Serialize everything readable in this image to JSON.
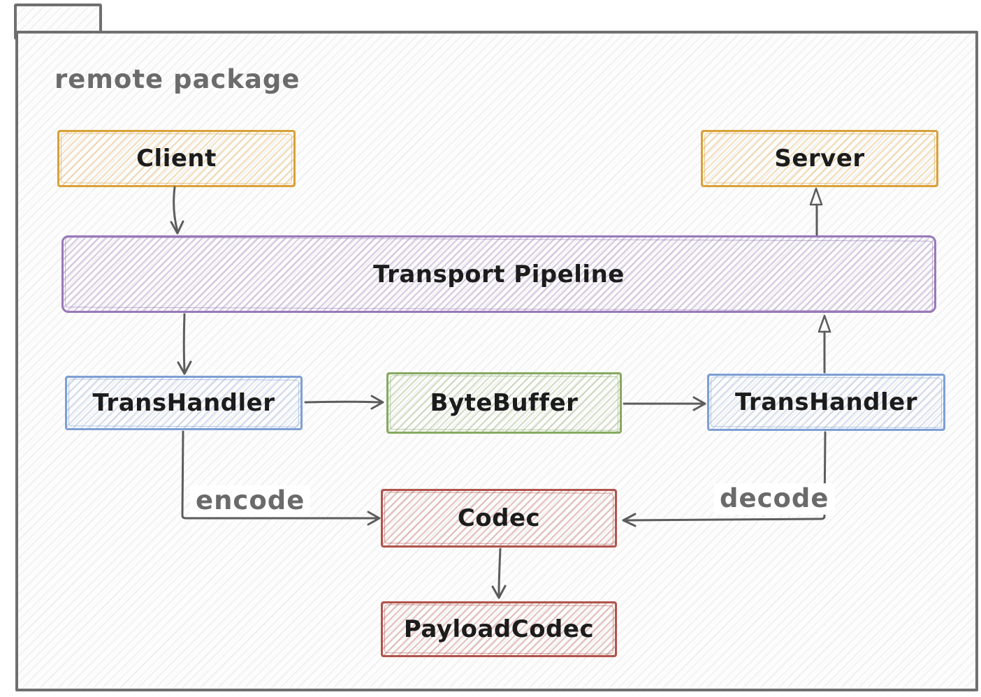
{
  "package": {
    "title": "remote package"
  },
  "nodes": {
    "client": {
      "label": "Client",
      "color": "#d9a13b"
    },
    "server": {
      "label": "Server",
      "color": "#d9a13b"
    },
    "pipeline": {
      "label": "Transport Pipeline",
      "color": "#9879b8"
    },
    "transhandler_left": {
      "label": "TransHandler",
      "color": "#7e9fd4"
    },
    "bytebuffer": {
      "label": "ByteBuffer",
      "color": "#86a961"
    },
    "transhandler_right": {
      "label": "TransHandler",
      "color": "#7e9fd4"
    },
    "codec": {
      "label": "Codec",
      "color": "#b0544c"
    },
    "payloadcodec": {
      "label": "PayloadCodec",
      "color": "#b0544c"
    }
  },
  "edge_labels": {
    "encode": "encode",
    "decode": "decode"
  },
  "connections": [
    {
      "from": "Client",
      "to": "Transport Pipeline",
      "arrowhead": "line-v"
    },
    {
      "from": "Transport Pipeline",
      "to": "Server",
      "arrowhead": "open-triangle"
    },
    {
      "from": "Transport Pipeline",
      "to": "TransHandler (left)",
      "arrowhead": "line-v"
    },
    {
      "from": "TransHandler (right)",
      "to": "Transport Pipeline",
      "arrowhead": "open-triangle"
    },
    {
      "from": "TransHandler (left)",
      "to": "ByteBuffer",
      "arrowhead": "line-v"
    },
    {
      "from": "ByteBuffer",
      "to": "TransHandler (right)",
      "arrowhead": "line-v"
    },
    {
      "from": "TransHandler (left)",
      "to": "Codec",
      "arrowhead": "line-v",
      "label": "encode"
    },
    {
      "from": "TransHandler (right)",
      "to": "Codec",
      "arrowhead": "line-v",
      "label": "decode"
    },
    {
      "from": "Codec",
      "to": "PayloadCodec",
      "arrowhead": "line-v"
    }
  ],
  "colors": {
    "package_border": "#6f6f6f",
    "package_title_text": "#6b6b6b",
    "arrow": "#5c5c5c",
    "node_label_text": "#1c1c1c",
    "edge_label_text": "#6a6a6a"
  }
}
